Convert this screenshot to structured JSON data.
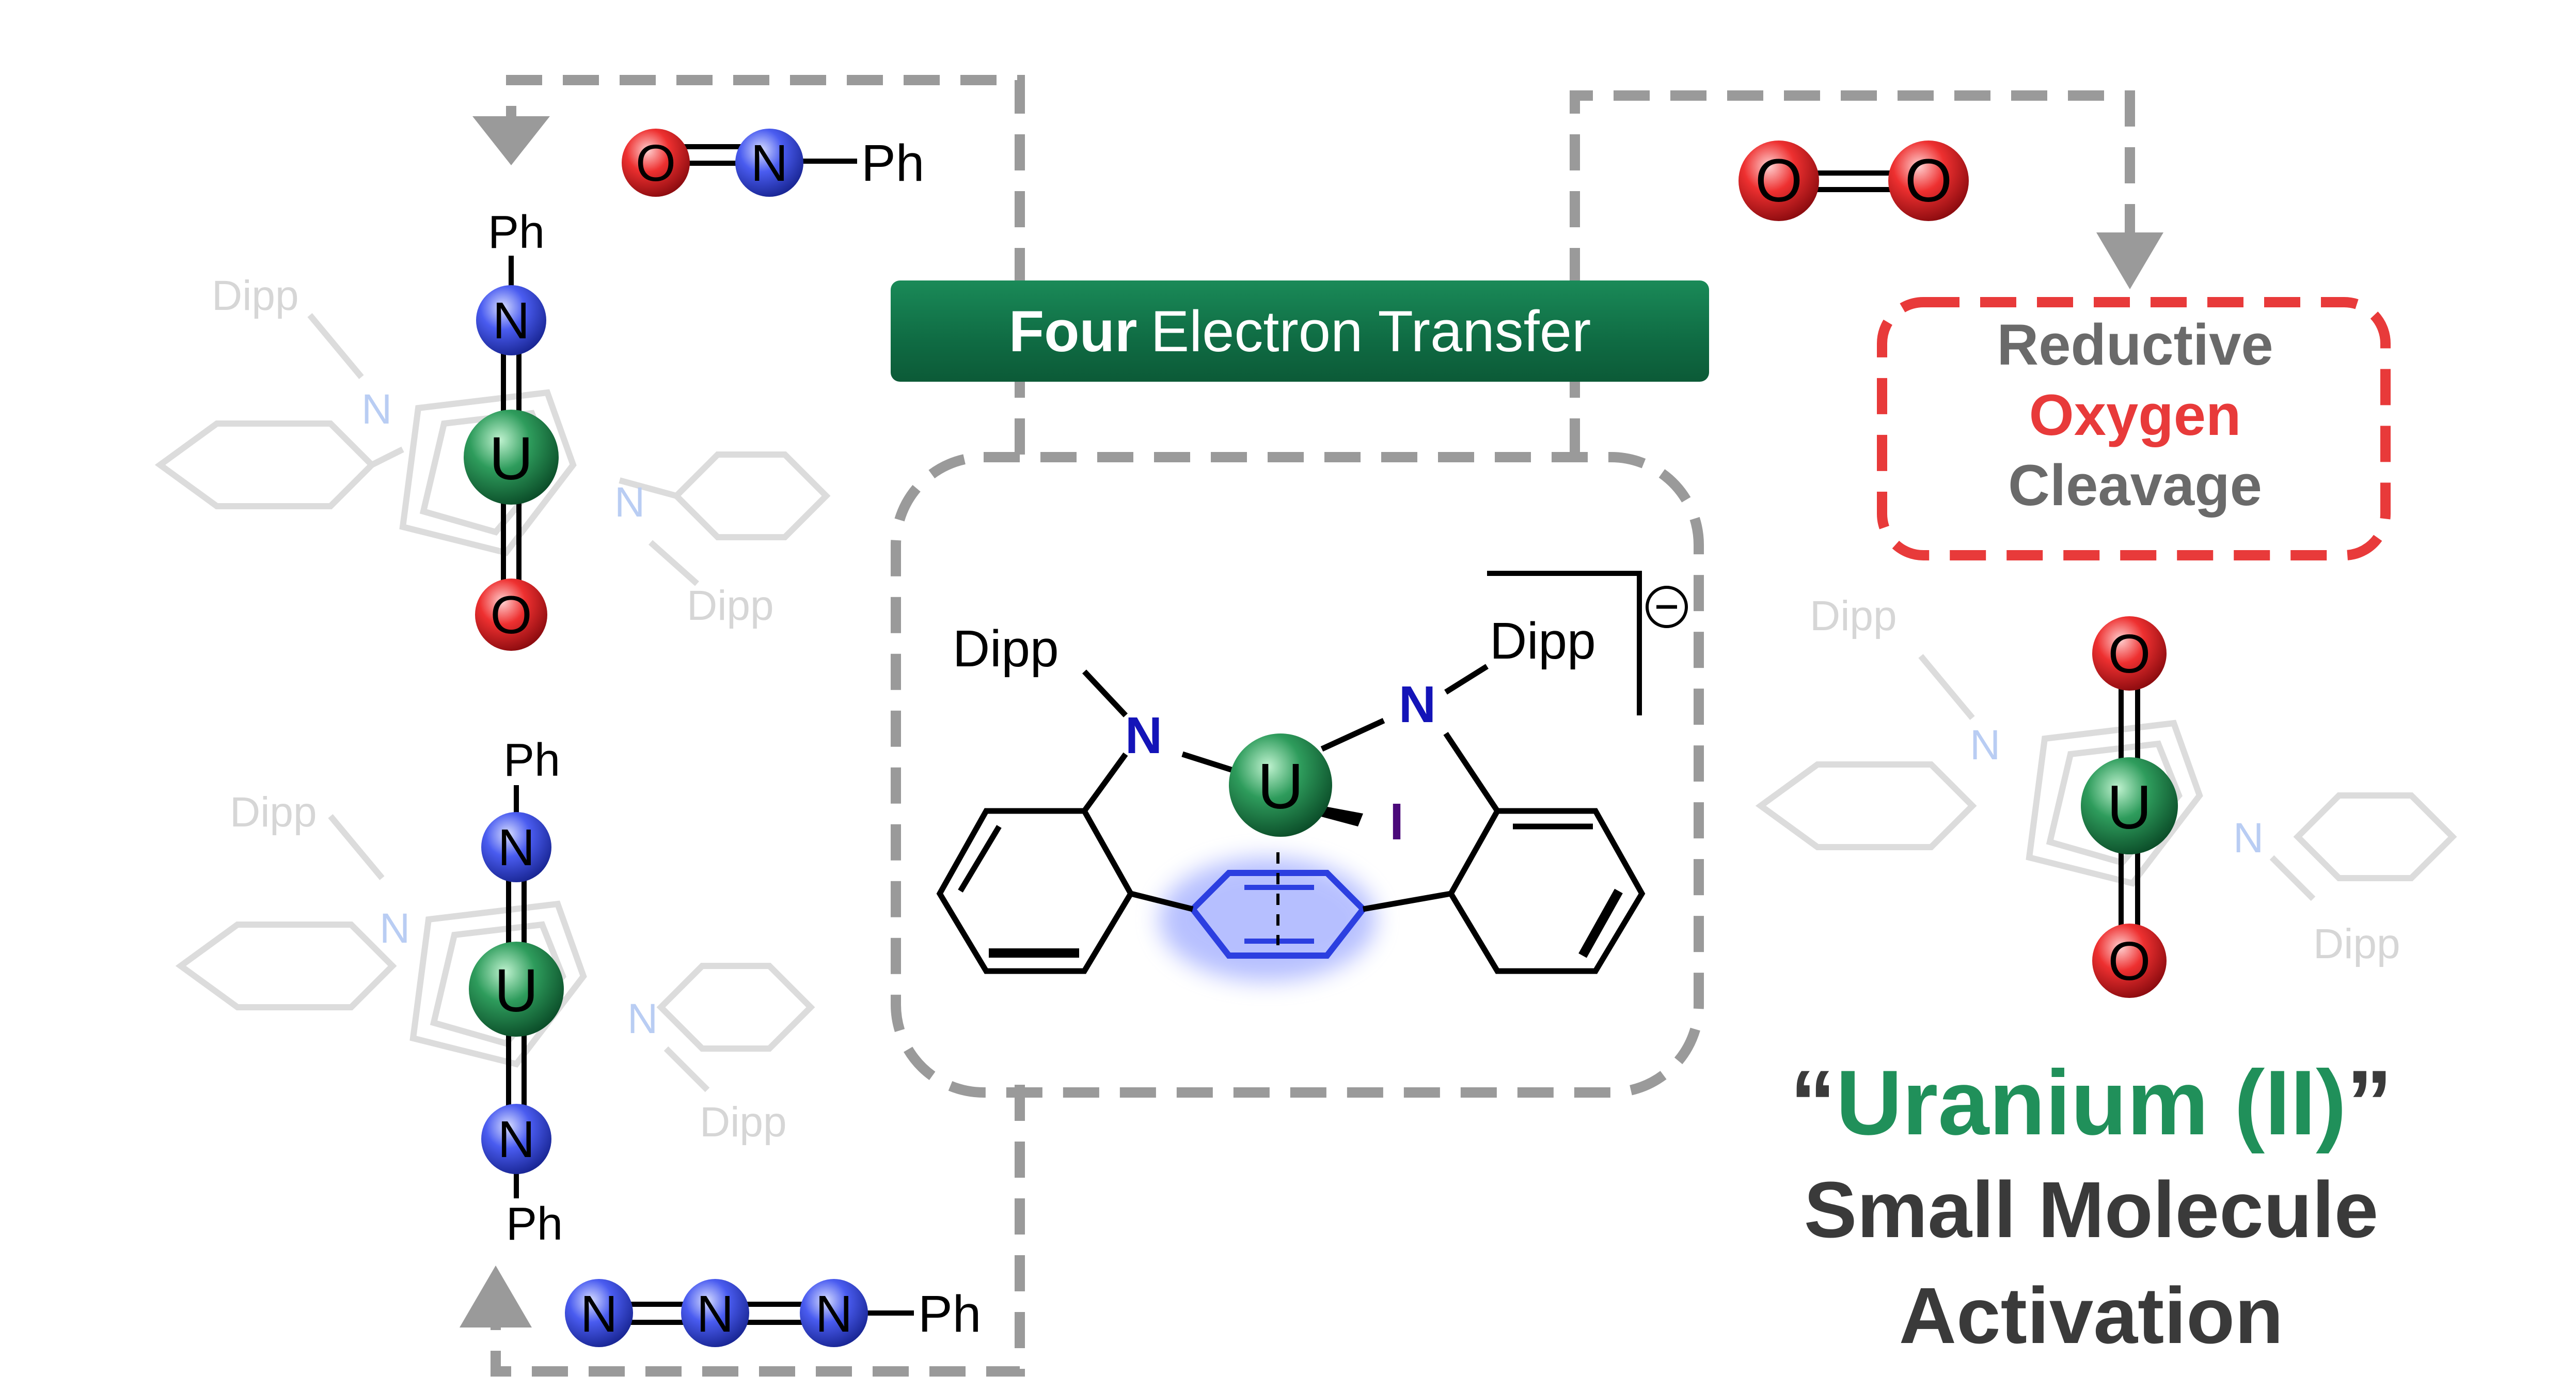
{
  "banner": {
    "bold": "Four",
    "rest": "Electron Transfer"
  },
  "oxygen_box": {
    "line1": "Reductive",
    "line2": "Oxygen",
    "line3": "Cleavage"
  },
  "tagline": {
    "open_quote": "“",
    "highlight": "Uranium (II)",
    "close_quote": "”",
    "line2": "Small Molecule",
    "line3": "Activation"
  },
  "atoms": {
    "U": "U",
    "N": "N",
    "O": "O",
    "I": "I"
  },
  "labels": {
    "Ph": "Ph",
    "Dipp": "Dipp",
    "charge": "⊖"
  },
  "colors": {
    "accent_green": "#1a8a58",
    "uranium": "#1e8a4e",
    "nitrogen": "#2c3fe0",
    "oxygen": "#e0202a",
    "dashed": "#9a9a9a",
    "red_dash": "#e83a3a",
    "ghost": "#dcdcdc"
  }
}
